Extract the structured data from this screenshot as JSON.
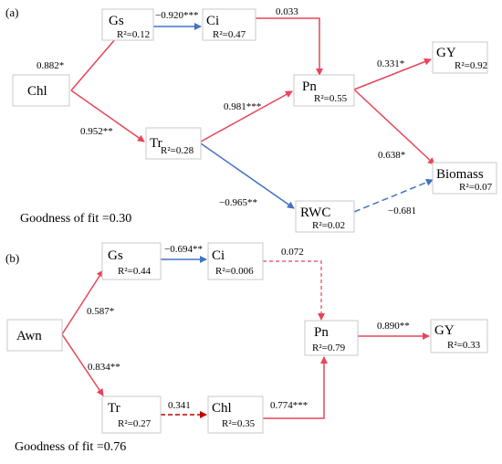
{
  "colors": {
    "positive": "#e8455a",
    "negative": "#4472c4"
  },
  "panels": [
    {
      "label": "(a)",
      "goodness": "Goodness of fit =0.30",
      "nodes": [
        {
          "id": "Chl",
          "name": "Chl",
          "r2": ""
        },
        {
          "id": "Gs",
          "name": "Gs",
          "r2": "R²=0.12"
        },
        {
          "id": "Ci",
          "name": "Ci",
          "r2": "R²=0.47"
        },
        {
          "id": "Tr",
          "name": "Tr",
          "r2": "R²=0.28"
        },
        {
          "id": "Pn",
          "name": "Pn",
          "r2": "R²=0.55"
        },
        {
          "id": "GY",
          "name": "GY",
          "r2": "R²=0.92"
        },
        {
          "id": "Biomass",
          "name": "Biomass",
          "r2": "R²=0.07"
        },
        {
          "id": "RWC",
          "name": "RWC",
          "r2": "R²=0.02"
        }
      ],
      "edges": [
        {
          "from": "Chl",
          "to": "Gs",
          "coef": "0.882*",
          "sign": "positive",
          "style": "solid"
        },
        {
          "from": "Chl",
          "to": "Tr",
          "coef": "0.952**",
          "sign": "positive",
          "style": "solid"
        },
        {
          "from": "Gs",
          "to": "Ci",
          "coef": "−0.920***",
          "sign": "negative",
          "style": "solid"
        },
        {
          "from": "Ci",
          "to": "Pn",
          "coef": "0.033",
          "sign": "positive",
          "style": "solid"
        },
        {
          "from": "Tr",
          "to": "Pn",
          "coef": "0.981***",
          "sign": "positive",
          "style": "solid"
        },
        {
          "from": "Tr",
          "to": "RWC",
          "coef": "−0.965**",
          "sign": "negative",
          "style": "solid"
        },
        {
          "from": "Pn",
          "to": "GY",
          "coef": "0.331*",
          "sign": "positive",
          "style": "solid"
        },
        {
          "from": "Pn",
          "to": "Biomass",
          "coef": "0.638*",
          "sign": "positive",
          "style": "solid"
        },
        {
          "from": "RWC",
          "to": "Biomass",
          "coef": "−0.681",
          "sign": "negative",
          "style": "dashed"
        }
      ]
    },
    {
      "label": "(b)",
      "goodness": "Goodness of fit =0.76",
      "nodes": [
        {
          "id": "Awn",
          "name": "Awn",
          "r2": ""
        },
        {
          "id": "Gs",
          "name": "Gs",
          "r2": "R²=0.44"
        },
        {
          "id": "Ci",
          "name": "Ci",
          "r2": "R²=0.006"
        },
        {
          "id": "Tr",
          "name": "Tr",
          "r2": "R²=0.27"
        },
        {
          "id": "Chl",
          "name": "Chl",
          "r2": "R²=0.35"
        },
        {
          "id": "Pn",
          "name": "Pn",
          "r2": "R²=0.79"
        },
        {
          "id": "GY",
          "name": "GY",
          "r2": "R²=0.33"
        }
      ],
      "edges": [
        {
          "from": "Awn",
          "to": "Gs",
          "coef": "0.587*",
          "sign": "positive",
          "style": "solid"
        },
        {
          "from": "Awn",
          "to": "Tr",
          "coef": "0.834**",
          "sign": "positive",
          "style": "solid"
        },
        {
          "from": "Gs",
          "to": "Ci",
          "coef": "−0.694**",
          "sign": "negative",
          "style": "solid"
        },
        {
          "from": "Ci",
          "to": "Pn",
          "coef": "0.072",
          "sign": "positive",
          "style": "dashed"
        },
        {
          "from": "Tr",
          "to": "Chl",
          "coef": "0.341",
          "sign": "positive",
          "style": "dashed"
        },
        {
          "from": "Chl",
          "to": "Pn",
          "coef": "0.774***",
          "sign": "positive",
          "style": "solid"
        },
        {
          "from": "Pn",
          "to": "GY",
          "coef": "0.890**",
          "sign": "positive",
          "style": "solid"
        }
      ]
    }
  ]
}
